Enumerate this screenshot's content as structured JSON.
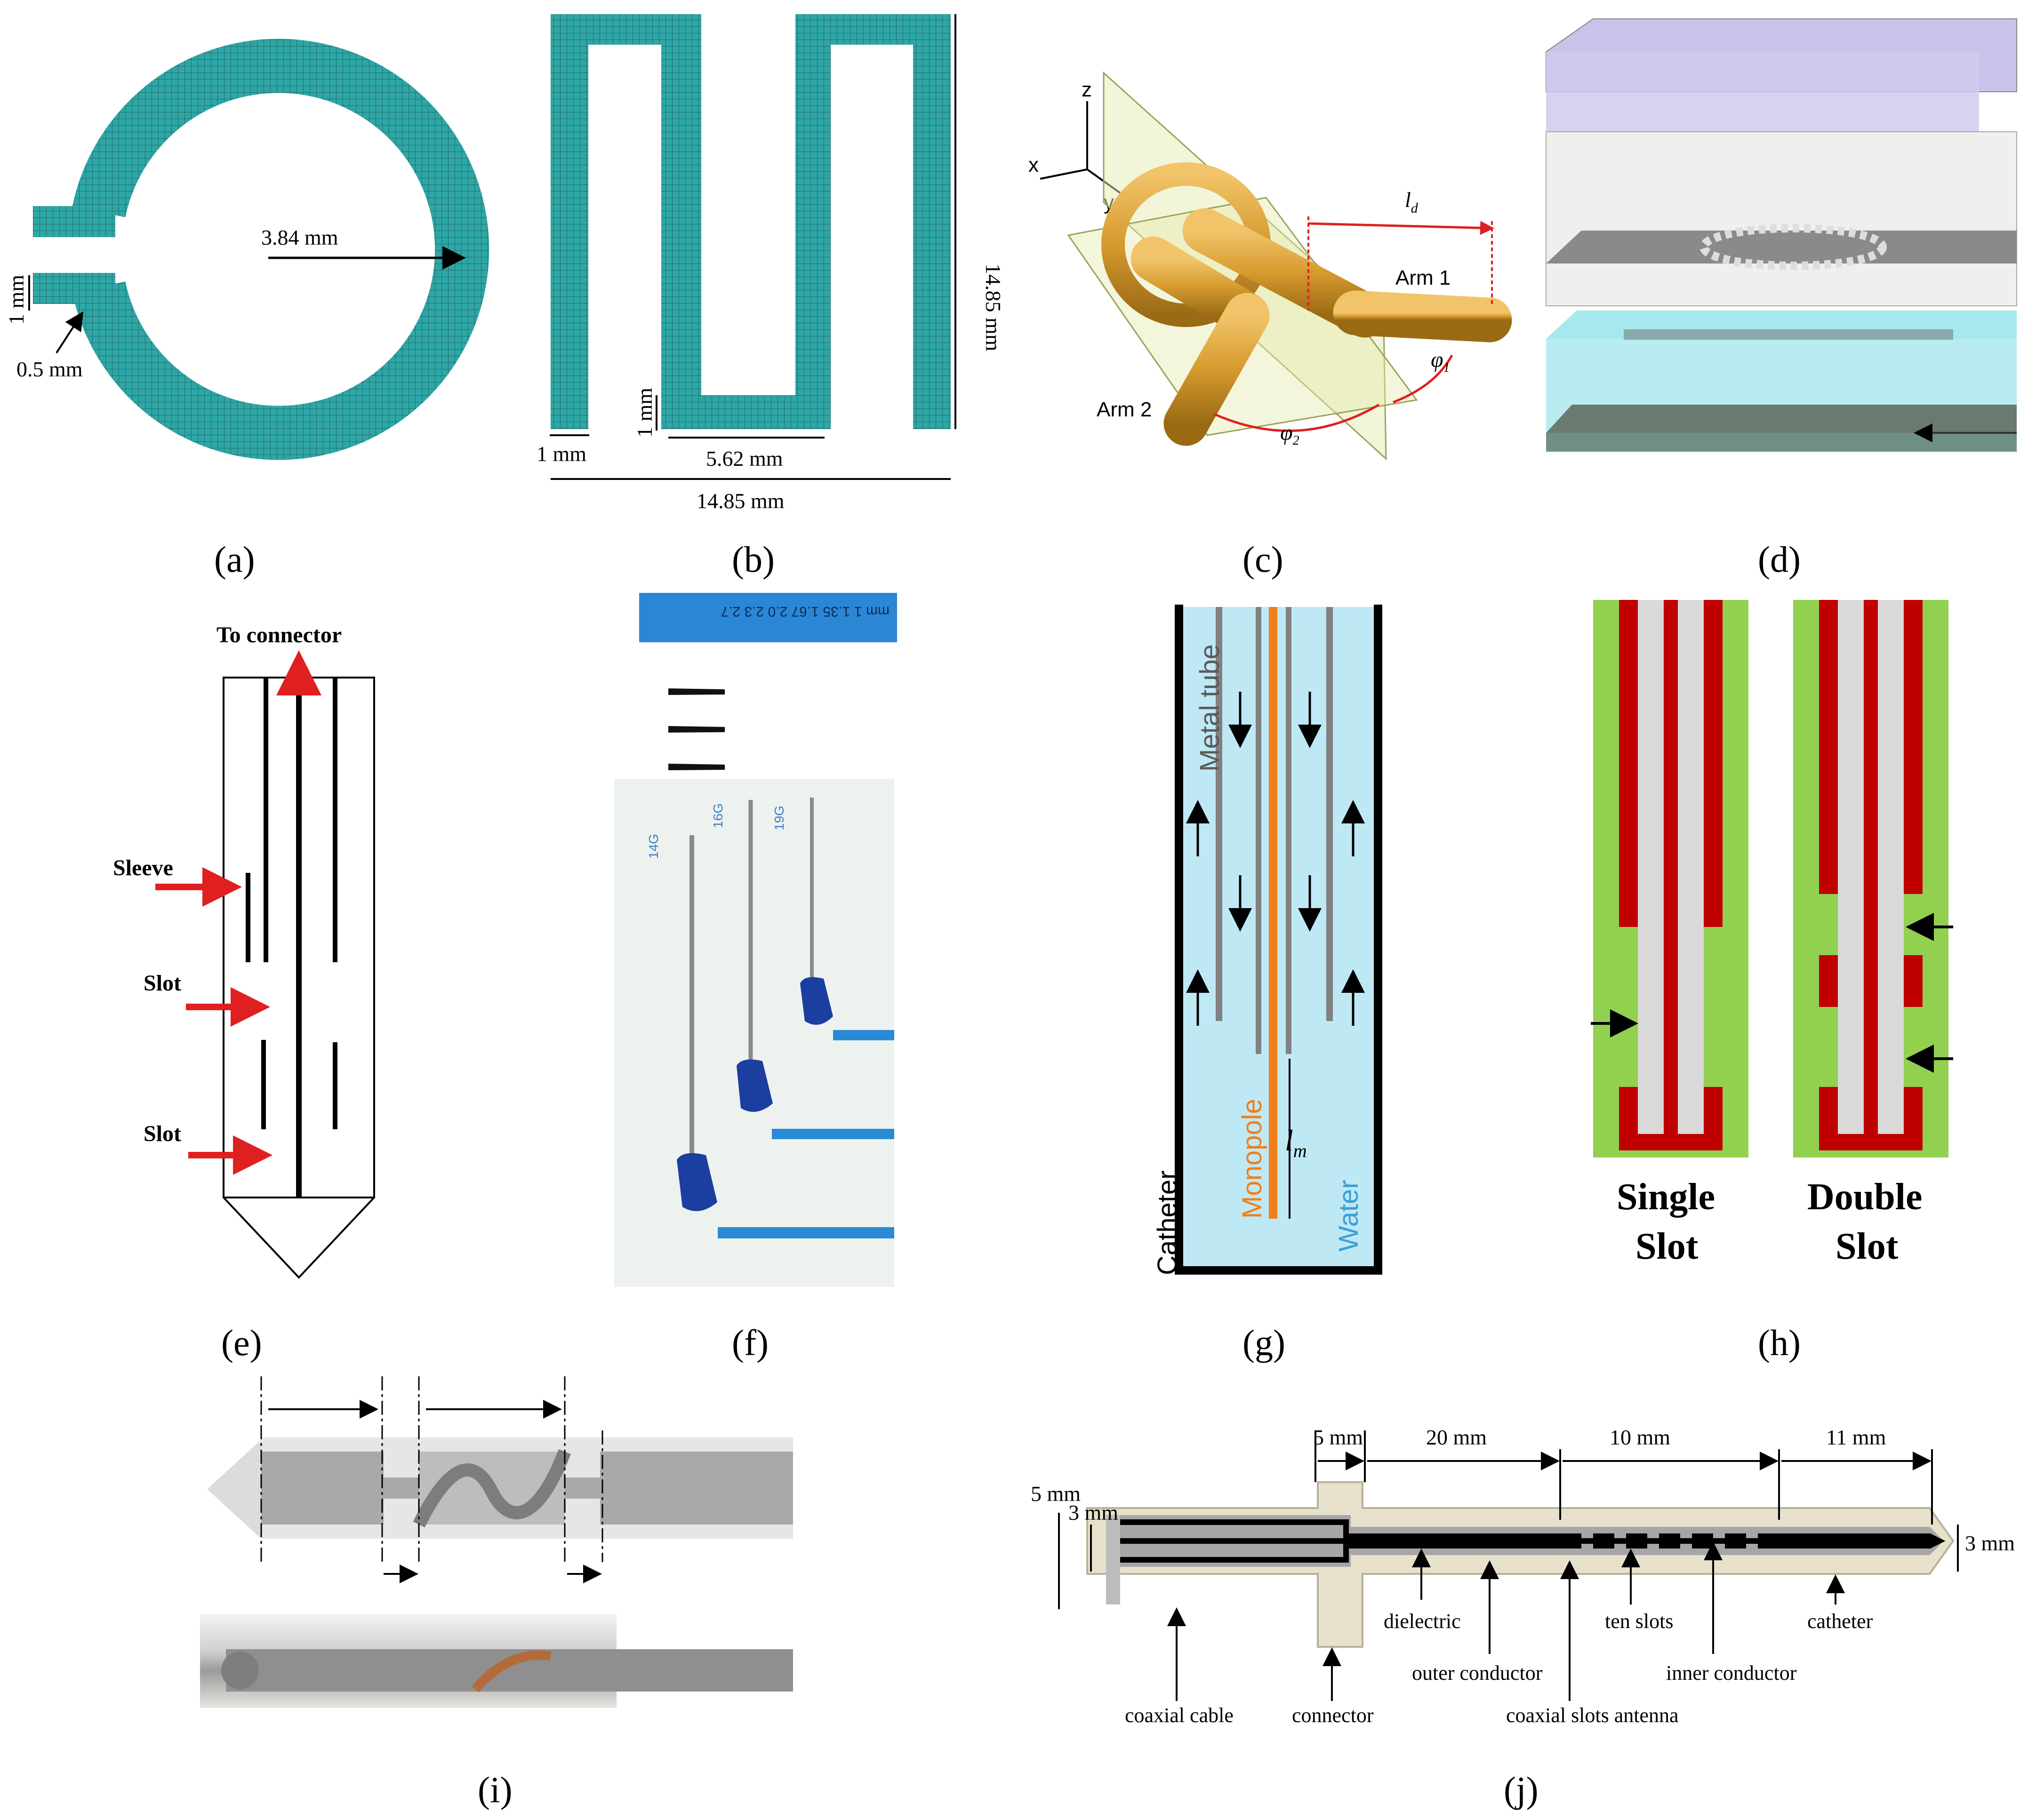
{
  "colors": {
    "mesh": "#2fa6a6",
    "orange": "#e0a23a",
    "red": "#e02020",
    "lightblue": "#bfe8f5",
    "green": "#92d050",
    "darkred": "#c00000",
    "grey": "#d9d9d9",
    "beige": "#e7e1cc"
  },
  "panels": {
    "a": {
      "caption": "(a)",
      "radius_label": "3.84 mm",
      "gap_label": "1 mm",
      "width_label": "0.5 mm"
    },
    "b": {
      "caption": "(b)",
      "height_label": "14.85 mm",
      "width_label": "14.85 mm",
      "trace_label": "1 mm",
      "gap_label": "5.62 mm",
      "stub_label": "1 mm"
    },
    "c": {
      "caption": "(c)",
      "axis_z": "z",
      "axis_x": "x",
      "axis_y": "y",
      "arm1": "Arm 1",
      "arm2": "Arm 2",
      "ld": "l",
      "ld_sub": "d",
      "phi1": "φ",
      "phi1_sub": "1",
      "phi2": "φ",
      "phi2_sub": "2"
    },
    "d": {
      "caption": "(d)"
    },
    "e": {
      "caption": "(e)",
      "to_connector": "To connector",
      "sleeve": "Sleeve",
      "slot1": "Slot",
      "slot2": "Slot"
    },
    "f": {
      "caption": "(f)",
      "ruler_text": "mm 1 1.35 1.67 2.0 2.3 2.7",
      "g14": "14G",
      "g16": "16G",
      "g19": "19G"
    },
    "g": {
      "caption": "(g)",
      "metal_tube": "Metal tube",
      "monopole": "Monopole",
      "water": "Water",
      "catheter": "Catheter",
      "lm": "l",
      "lm_sub": "m"
    },
    "h": {
      "caption": "(h)",
      "single_1": "Single",
      "single_2": "Slot",
      "double_1": "Double",
      "double_2": "Slot"
    },
    "i": {
      "caption": "(i)"
    },
    "j": {
      "caption": "(j)",
      "d_5mm_top": "5 mm",
      "d_20mm": "20 mm",
      "d_10mm": "10 mm",
      "d_11mm": "11 mm",
      "d_5mm_left": "5 mm",
      "d_3mm_left": "3 mm",
      "d_3mm_right": "3 mm",
      "dielectric": "dielectric",
      "outer_conductor": "outer conductor",
      "ten_slots": "ten slots",
      "inner_conductor": "inner conductor",
      "catheter": "catheter",
      "coaxial_cable": "coaxial cable",
      "connector": "connector",
      "coaxial_slots_antenna": "coaxial slots antenna"
    }
  }
}
